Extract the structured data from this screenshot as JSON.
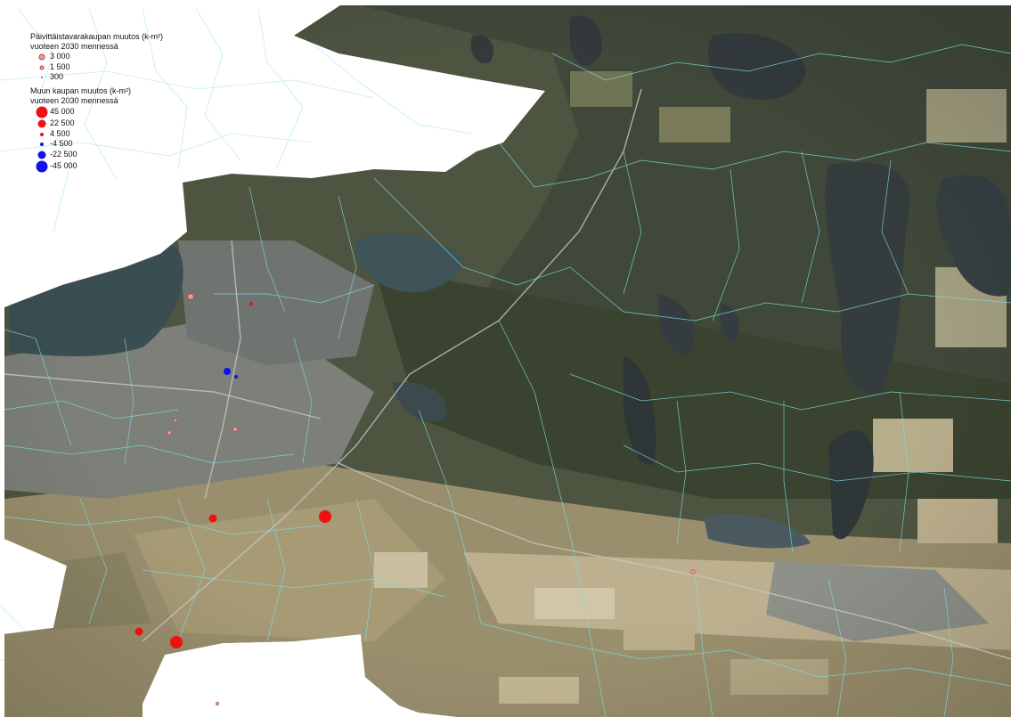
{
  "legend": {
    "daily_title_1": "Päivittäistavarakaupan muutos (k-m²)",
    "daily_title_2": "vuoteen 2030 mennessä",
    "daily_items": [
      {
        "label": "3 000",
        "value": 3000
      },
      {
        "label": "1 500",
        "value": 1500
      },
      {
        "label": "300",
        "value": 300
      }
    ],
    "other_title_1": "Muun kaupan muutos (k-m²)",
    "other_title_2": "vuoteen 2030 mennessä",
    "other_items": [
      {
        "label": "45 000",
        "value": 45000
      },
      {
        "label": "22 500",
        "value": 22500
      },
      {
        "label": "4 500",
        "value": 4500
      },
      {
        "label": "-4 500",
        "value": -4500
      },
      {
        "label": "-22 500",
        "value": -22500
      },
      {
        "label": "-45 000",
        "value": -45000
      }
    ]
  },
  "colors": {
    "daily_fill": "#f09898",
    "positive_fill": "#ee1111",
    "negative_fill": "#1111ee",
    "zone_lines": "#7fdde6",
    "water": "#3a4e52",
    "forest": "#49513a",
    "fields": "#b3a883"
  }
}
